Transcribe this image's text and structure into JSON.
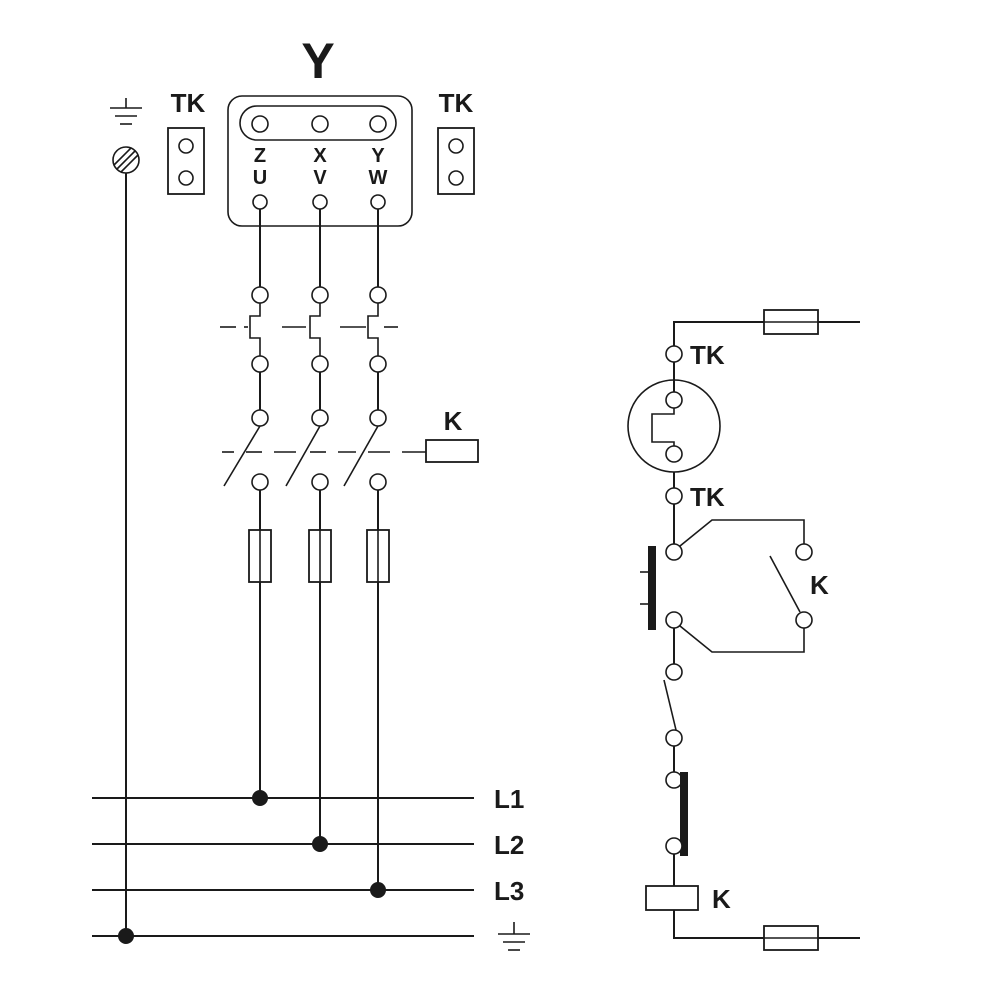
{
  "motor": {
    "connection": "Y",
    "top_labels": [
      "Z",
      "X",
      "Y"
    ],
    "bottom_labels": [
      "U",
      "V",
      "W"
    ]
  },
  "thermal_contacts": {
    "left": "TK",
    "right": "TK"
  },
  "contactor_label": "K",
  "lines": {
    "l1": "L1",
    "l2": "L2",
    "l3": "L3"
  },
  "control_circuit": {
    "tk_top": "TK",
    "tk_bottom": "TK",
    "aux_contact": "K",
    "coil": "K"
  },
  "icons": [
    "ground-icon",
    "fuse-icon",
    "switch-icon",
    "coil-icon"
  ]
}
